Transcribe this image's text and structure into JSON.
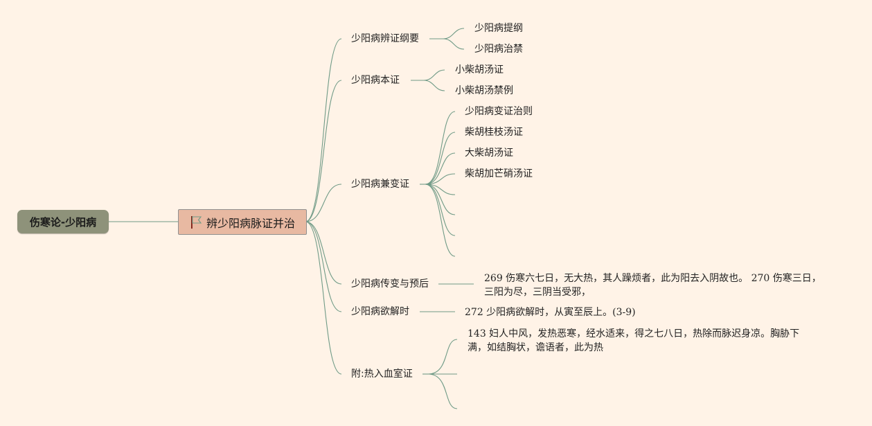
{
  "root": {
    "label": "伤寒论-少阳病"
  },
  "main": {
    "label": "辨少阳病脉证并治",
    "icon": "red-flag-icon"
  },
  "branches": [
    {
      "label": "少阳病辨证纲要",
      "children": [
        "少阳病提纲",
        "少阳病治禁"
      ]
    },
    {
      "label": "少阳病本证",
      "children": [
        "小柴胡汤证",
        "小柴胡汤禁例"
      ]
    },
    {
      "label": "少阳病兼变证",
      "children": [
        "少阳病变证治则",
        "柴胡桂枝汤证",
        "大柴胡汤证",
        "柴胡加芒硝汤证"
      ]
    },
    {
      "label": "少阳病传变与预后",
      "note": "269 伤寒六七日，无大热，其人躁烦者，此为阳去入阴故也。 270 伤寒三日，三阳为尽，三阴当受邪，"
    },
    {
      "label": "少阳病欲解时",
      "note": "272 少阳病欲解时，从寅至辰上。(3-9)"
    },
    {
      "label": "附:热入血室证",
      "note": "143 妇人中风，发热恶寒，经水适来，得之七八日，热除而脉迟身凉。胸胁下满，如结胸状，谵语者，此为热"
    }
  ],
  "colors": {
    "line": "#6f9a86",
    "root_fill": "#8e927a",
    "main_fill": "#e8b9a2",
    "background": "#fff3e7",
    "flag": "#e0301e"
  }
}
